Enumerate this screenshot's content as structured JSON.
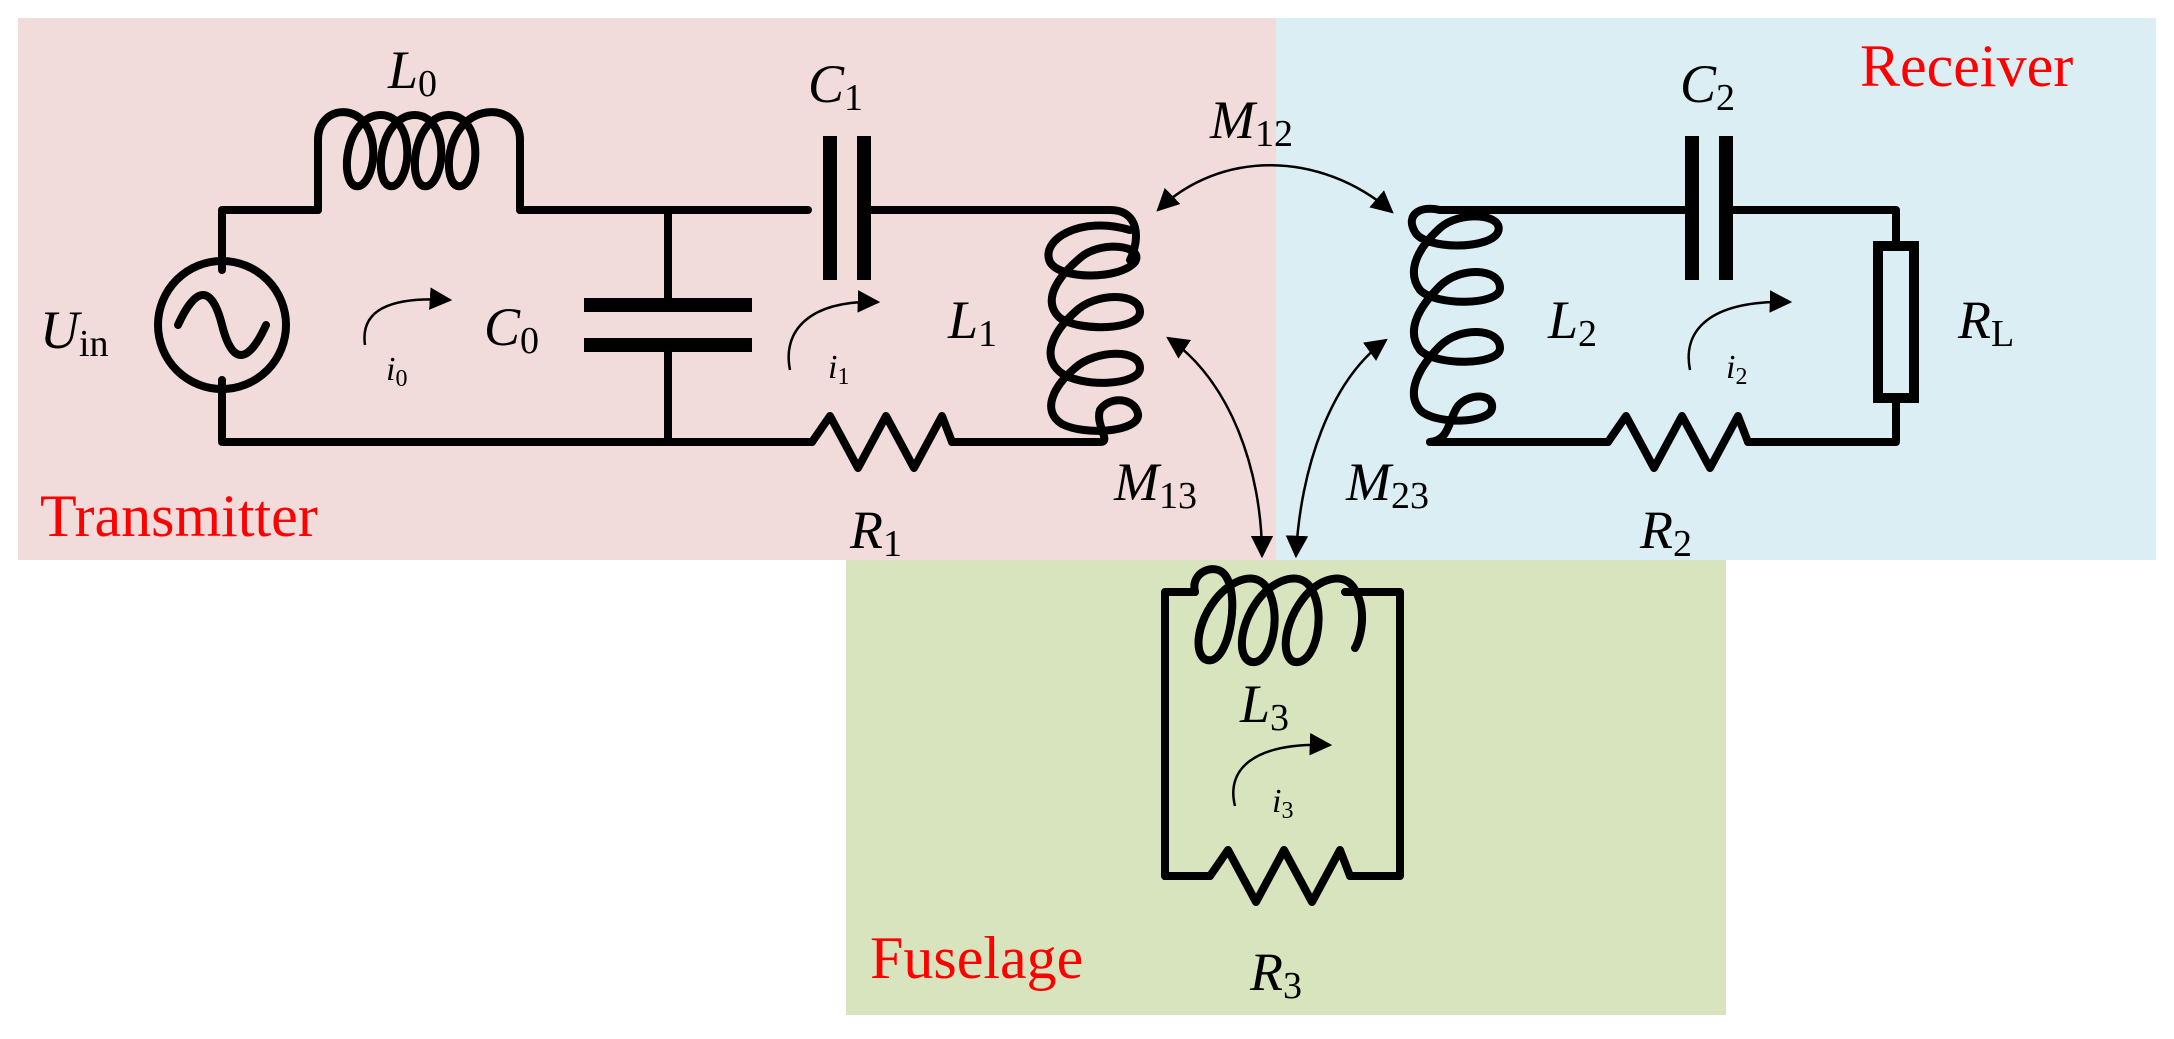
{
  "colors": {
    "transmitter_bg": "#f2dcdb",
    "receiver_bg": "#dbeef4",
    "fuselage_bg": "#d7e4bd",
    "label_red": "#ff0000",
    "wire": "#000000"
  },
  "regions": {
    "transmitter": "Transmitter",
    "receiver": "Receiver",
    "fuselage": "Fuselage"
  },
  "components": {
    "L0": {
      "main": "L",
      "sub": "0"
    },
    "C1": {
      "main": "C",
      "sub": "1"
    },
    "C0": {
      "main": "C",
      "sub": "0"
    },
    "L1": {
      "main": "L",
      "sub": "1"
    },
    "R1": {
      "main": "R",
      "sub": "1"
    },
    "Uin": {
      "main": "U",
      "sub": "in"
    },
    "C2": {
      "main": "C",
      "sub": "2"
    },
    "L2": {
      "main": "L",
      "sub": "2"
    },
    "RL": {
      "main": "R",
      "sub": "L"
    },
    "R2": {
      "main": "R",
      "sub": "2"
    },
    "L3": {
      "main": "L",
      "sub": "3"
    },
    "R3": {
      "main": "R",
      "sub": "3"
    }
  },
  "couplings": {
    "M12": {
      "main": "M",
      "sub": "12"
    },
    "M13": {
      "main": "M",
      "sub": "13"
    },
    "M23": {
      "main": "M",
      "sub": "23"
    }
  },
  "currents": {
    "i0": {
      "main": "i",
      "sub": "0"
    },
    "i1": {
      "main": "i",
      "sub": "1"
    },
    "i2": {
      "main": "i",
      "sub": "2"
    },
    "i3": {
      "main": "i",
      "sub": "3"
    }
  }
}
